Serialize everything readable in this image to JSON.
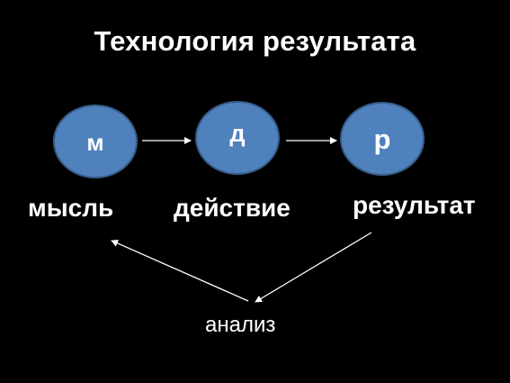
{
  "slide": {
    "title": "Технология результата",
    "nodes": [
      {
        "letter": "м",
        "label": "мысль"
      },
      {
        "letter": "д",
        "label": "действие"
      },
      {
        "letter": "р",
        "label": "результат"
      }
    ],
    "analysis_label": "анализ",
    "colors": {
      "background": "#000000",
      "node_fill": "#4f81bd",
      "node_border": "#385d8a",
      "text": "#ffffff"
    }
  }
}
